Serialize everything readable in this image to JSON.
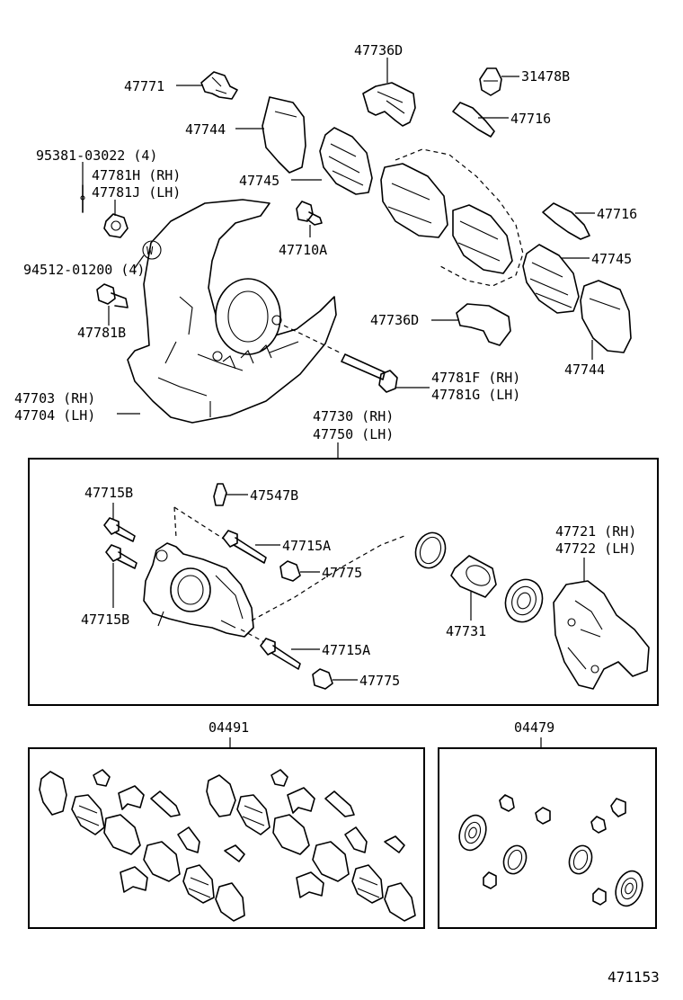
{
  "labels": {
    "p47771": "47771",
    "p47736d_top": "47736D",
    "p31478b": "31478B",
    "p47744_top": "47744",
    "p47716_top": "47716",
    "p95381": "95381-03022 (4)",
    "p47781h": "47781H (RH)",
    "p47781j": "47781J (LH)",
    "p47745_left": "47745",
    "p47716_right": "47716",
    "p47710a": "47710A",
    "p47745_right": "47745",
    "p94512": "94512-01200 (4)",
    "p47781b": "47781B",
    "p47736d_mid": "47736D",
    "p47744_right": "47744",
    "p47781f": "47781F (RH)",
    "p47781g": "47781G (LH)",
    "p47703": "47703 (RH)",
    "p47704": "47704 (LH)",
    "p47730": "47730 (RH)",
    "p47750": "47750 (LH)",
    "p47715b_top": "47715B",
    "p47547b": "47547B",
    "p47721": "47721 (RH)",
    "p47722": "47722 (LH)",
    "p47715a_top": "47715A",
    "p47775_top": "47775",
    "p47715b_bottom": "47715B",
    "p47731": "47731",
    "p47715a_bottom": "47715A",
    "p47775_bottom": "47775",
    "p04491": "04491",
    "p04479": "04479",
    "figure_number": "471153",
    "washer_symbol": "W"
  }
}
